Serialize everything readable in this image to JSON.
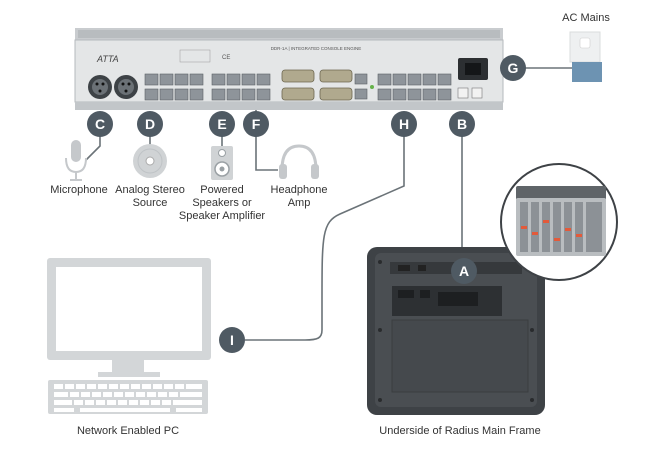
{
  "rack": {
    "brand": "ATTA",
    "model": "DDR-1A | INTEGRATED CONSOLE ENGINE",
    "ce": "CE"
  },
  "labels": {
    "ac_mains": "AC Mains",
    "microphone": "Microphone",
    "analog_stereo_source": [
      "Analog Stereo",
      "Source"
    ],
    "powered_speakers": [
      "Powered",
      "Speakers or",
      "Speaker Amplifier"
    ],
    "headphone_amp": [
      "Headphone",
      "Amp"
    ],
    "network_pc": "Network Enabled PC",
    "underside": "Underside of Radius Main Frame"
  },
  "badges": {
    "A": "A",
    "B": "B",
    "C": "C",
    "D": "D",
    "E": "E",
    "F": "F",
    "G": "G",
    "H": "H",
    "I": "I"
  },
  "colors": {
    "badge": "#4f5a63",
    "line": "#6b7378",
    "device": "#d3d6d8",
    "rack": "#e4e6e7",
    "frame": "#3e4246"
  }
}
